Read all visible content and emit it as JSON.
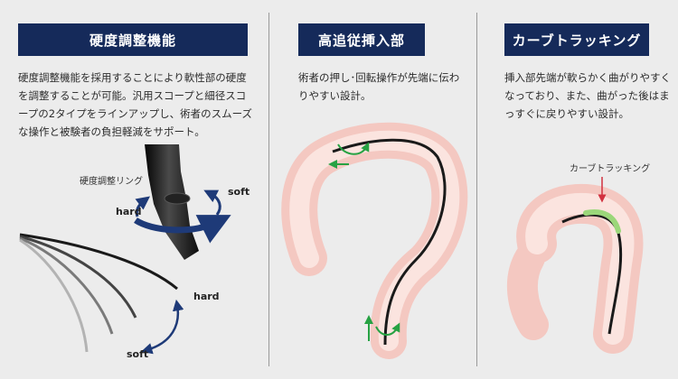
{
  "panels": {
    "stiffness": {
      "title": "硬度調整機能",
      "description": "硬度調整機能を採用することにより軟性部の硬度を調整することが可能。汎用スコープと細径スコープの2タイプをラインアップし、術者のスムーズな操作と被験者の負担軽減をサポート。",
      "ring_label": "硬度調整リング",
      "hard_label_top": "hard",
      "soft_label_top": "soft",
      "hard_label_bottom": "hard",
      "soft_label_bottom": "soft"
    },
    "insertion": {
      "title": "高追従挿入部",
      "description": "術者の押し･回転操作が先端に伝わりやすい設計。"
    },
    "curve": {
      "title": "カーブトラッキング",
      "description": "挿入部先端が軟らかく曲がりやすくなっており、また、曲がった後はまっすぐに戻りやすい設計。",
      "callout_label": "カーブトラッキング"
    }
  },
  "colors": {
    "title_bg": "#152a5a",
    "arrow_navy": "#1e3a78",
    "arrow_green": "#27a243",
    "highlight_green": "#9bd77a",
    "callout_red": "#d2313f",
    "colon_pink": "#f3c3bd"
  }
}
